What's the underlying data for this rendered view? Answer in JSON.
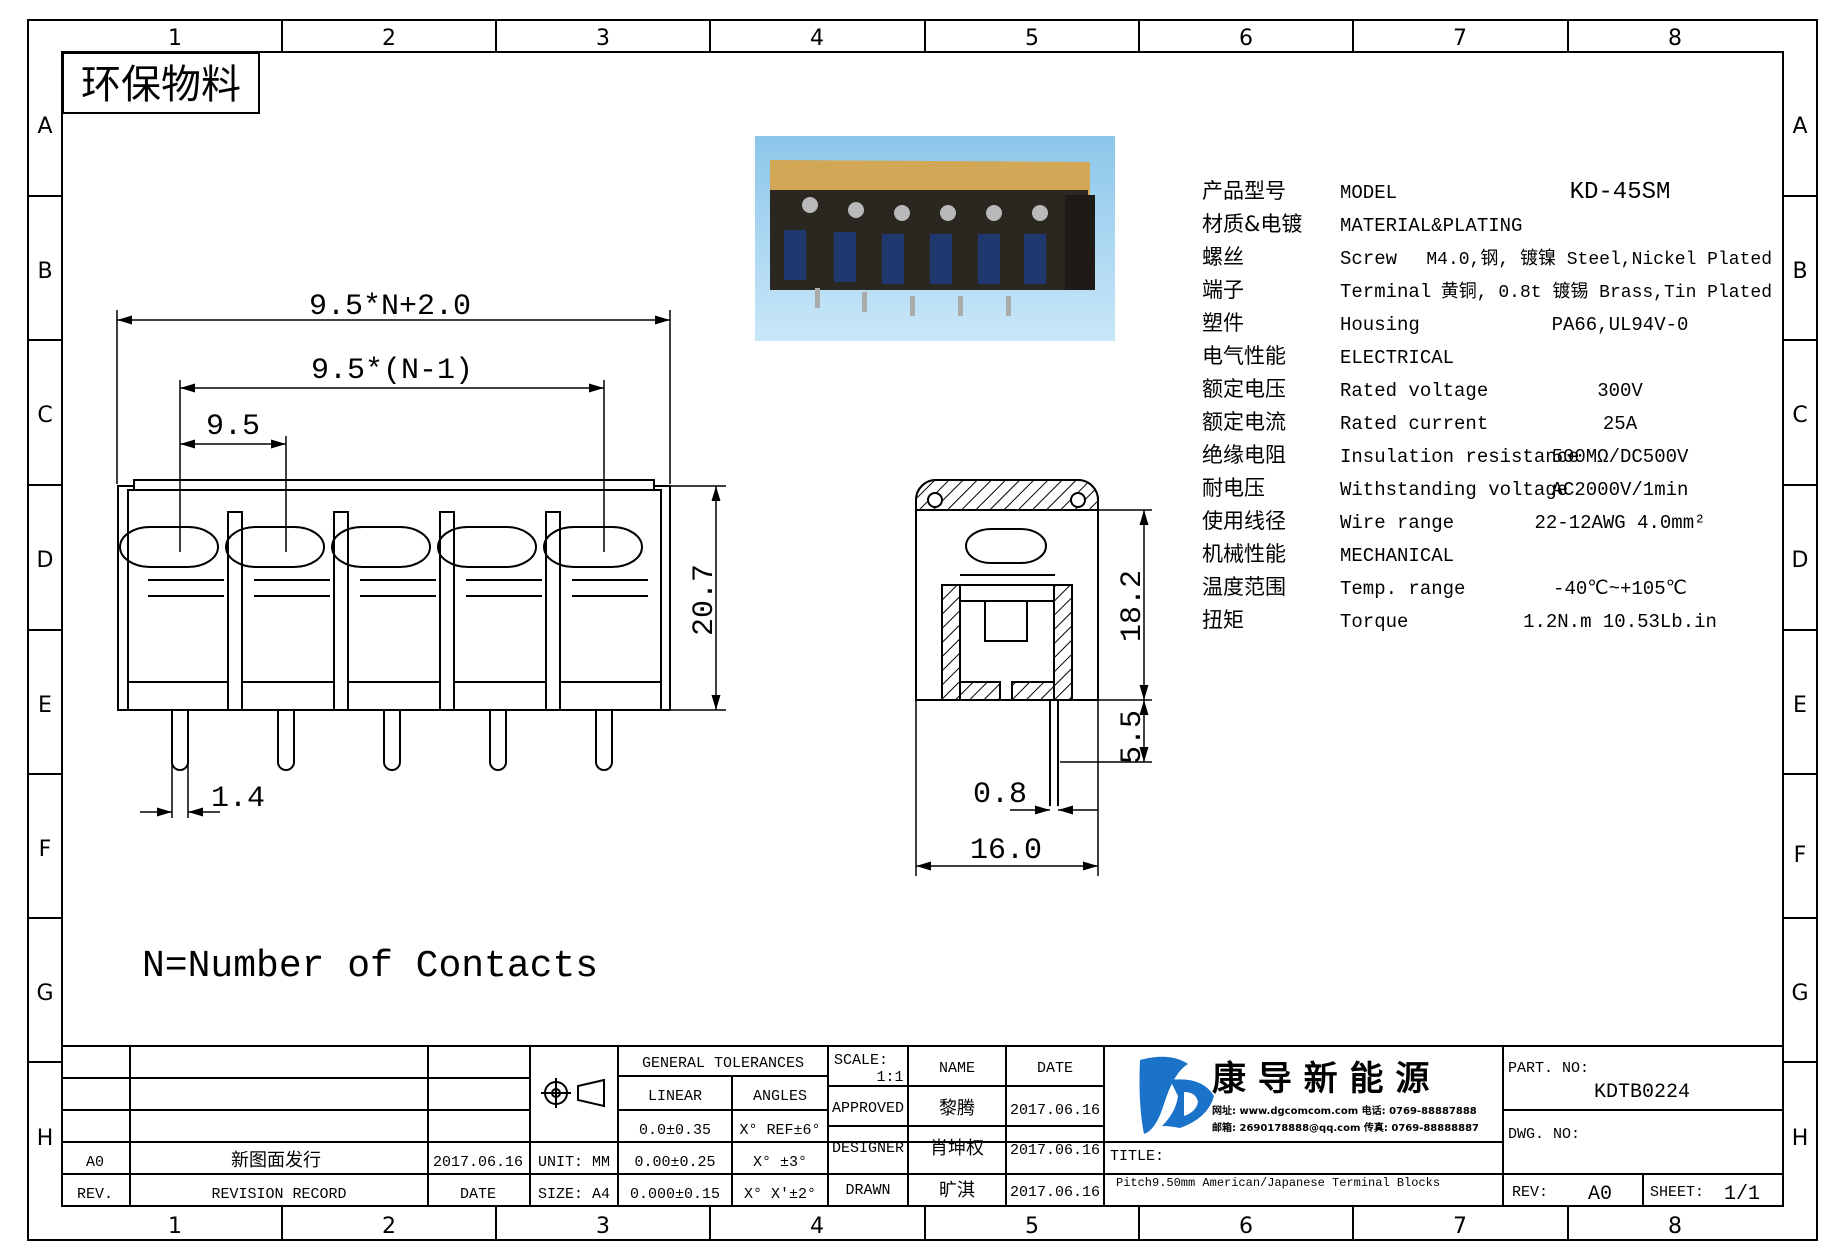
{
  "badge": "环保物料",
  "grid": {
    "columns": [
      "1",
      "2",
      "3",
      "4",
      "5",
      "6",
      "7",
      "8"
    ],
    "rows": [
      "A",
      "B",
      "C",
      "D",
      "E",
      "F",
      "G",
      "H"
    ]
  },
  "front_view": {
    "overall": "9.5*N+2.0",
    "span": "9.5*(N-1)",
    "pitch": "9.5",
    "height": "20.7",
    "pin": "1.4"
  },
  "side_view": {
    "height": "18.2",
    "pin_length": "5.5",
    "pin_width": "0.8",
    "width": "16.0"
  },
  "note": "N=Number of Contacts",
  "specs": [
    {
      "cn": "产品型号",
      "en": "MODEL",
      "value": "KD-45SM"
    },
    {
      "cn": "材质&电镀",
      "en": "MATERIAL&PLATING",
      "value": ""
    },
    {
      "cn": "螺丝",
      "en": "Screw",
      "value": "M4.0,钢, 镀镍 Steel,Nickel Plated"
    },
    {
      "cn": "端子",
      "en": "Terminal",
      "value": "黄铜, 0.8t 镀锡 Brass,Tin Plated"
    },
    {
      "cn": "塑件",
      "en": "Housing",
      "value": "PA66,UL94V-0"
    },
    {
      "cn": "电气性能",
      "en": "ELECTRICAL",
      "value": ""
    },
    {
      "cn": "额定电压",
      "en": "Rated voltage",
      "value": "300V"
    },
    {
      "cn": "额定电流",
      "en": "Rated current",
      "value": "25A"
    },
    {
      "cn": "绝缘电阻",
      "en": "Insulation resistance",
      "value": "500MΩ/DC500V"
    },
    {
      "cn": "耐电压",
      "en": "Withstanding voltage",
      "value": "AC2000V/1min"
    },
    {
      "cn": "使用线径",
      "en": "Wire range",
      "value": "22-12AWG 4.0mm²"
    },
    {
      "cn": "机械性能",
      "en": "MECHANICAL",
      "value": ""
    },
    {
      "cn": "温度范围",
      "en": "Temp. range",
      "value": "-40℃~+105℃"
    },
    {
      "cn": "扭矩",
      "en": "Torque",
      "value": "1.2N.m   10.53Lb.in"
    }
  ],
  "title_block": {
    "rev_a0": "A0",
    "revision_text": "新图面发行",
    "revision_date": "2017.06.16",
    "rev_label": "REV.",
    "revision_record": "REVISION RECORD",
    "date_label": "DATE",
    "unit": "UNIT: MM",
    "size": "SIZE: A4",
    "general_tolerances": "GENERAL TOLERANCES",
    "linear": "LINEAR",
    "angles": "ANGLES",
    "tol1": "0.0±0.35",
    "tol2": "0.00±0.25",
    "tol3": "0.000±0.15",
    "ang1": "X° REF±6°",
    "ang2": "X° ±3°",
    "ang3": "X° X'±2°",
    "scale_label": "SCALE:",
    "scale_value": "1:1",
    "name_label": "NAME",
    "date_header": "DATE",
    "approved": "APPROVED",
    "designer": "DESIGNER",
    "drawn": "DRAWN",
    "approved_name": "黎腾",
    "designer_name": "肖坤权",
    "drawn_name": "旷淇",
    "approved_date": "2017.06.16",
    "designer_date": "2017.06.16",
    "drawn_date": "2017.06.16",
    "company": "康 导 新 能 源",
    "contact1": "网址: www.dgcomcom.com  电话: 0769-88887888",
    "contact2": "邮箱: 2690178888@qq.com  传真: 0769-88888887",
    "title_label": "TITLE:",
    "title_text": "Pitch9.50mm American/Japanese Terminal Blocks",
    "part_no_label": "PART. NO:",
    "part_no": "KDTB0224",
    "dwg_no_label": "DWG. NO:",
    "rev_label2": "REV:",
    "rev_value": "A0",
    "sheet_label": "SHEET:",
    "sheet_value": "1/1"
  },
  "colors": {
    "line": "#000000",
    "photo_top": "#9fd0ee",
    "photo_body": "#2a2620",
    "logo_blue": "#1a73c8"
  }
}
